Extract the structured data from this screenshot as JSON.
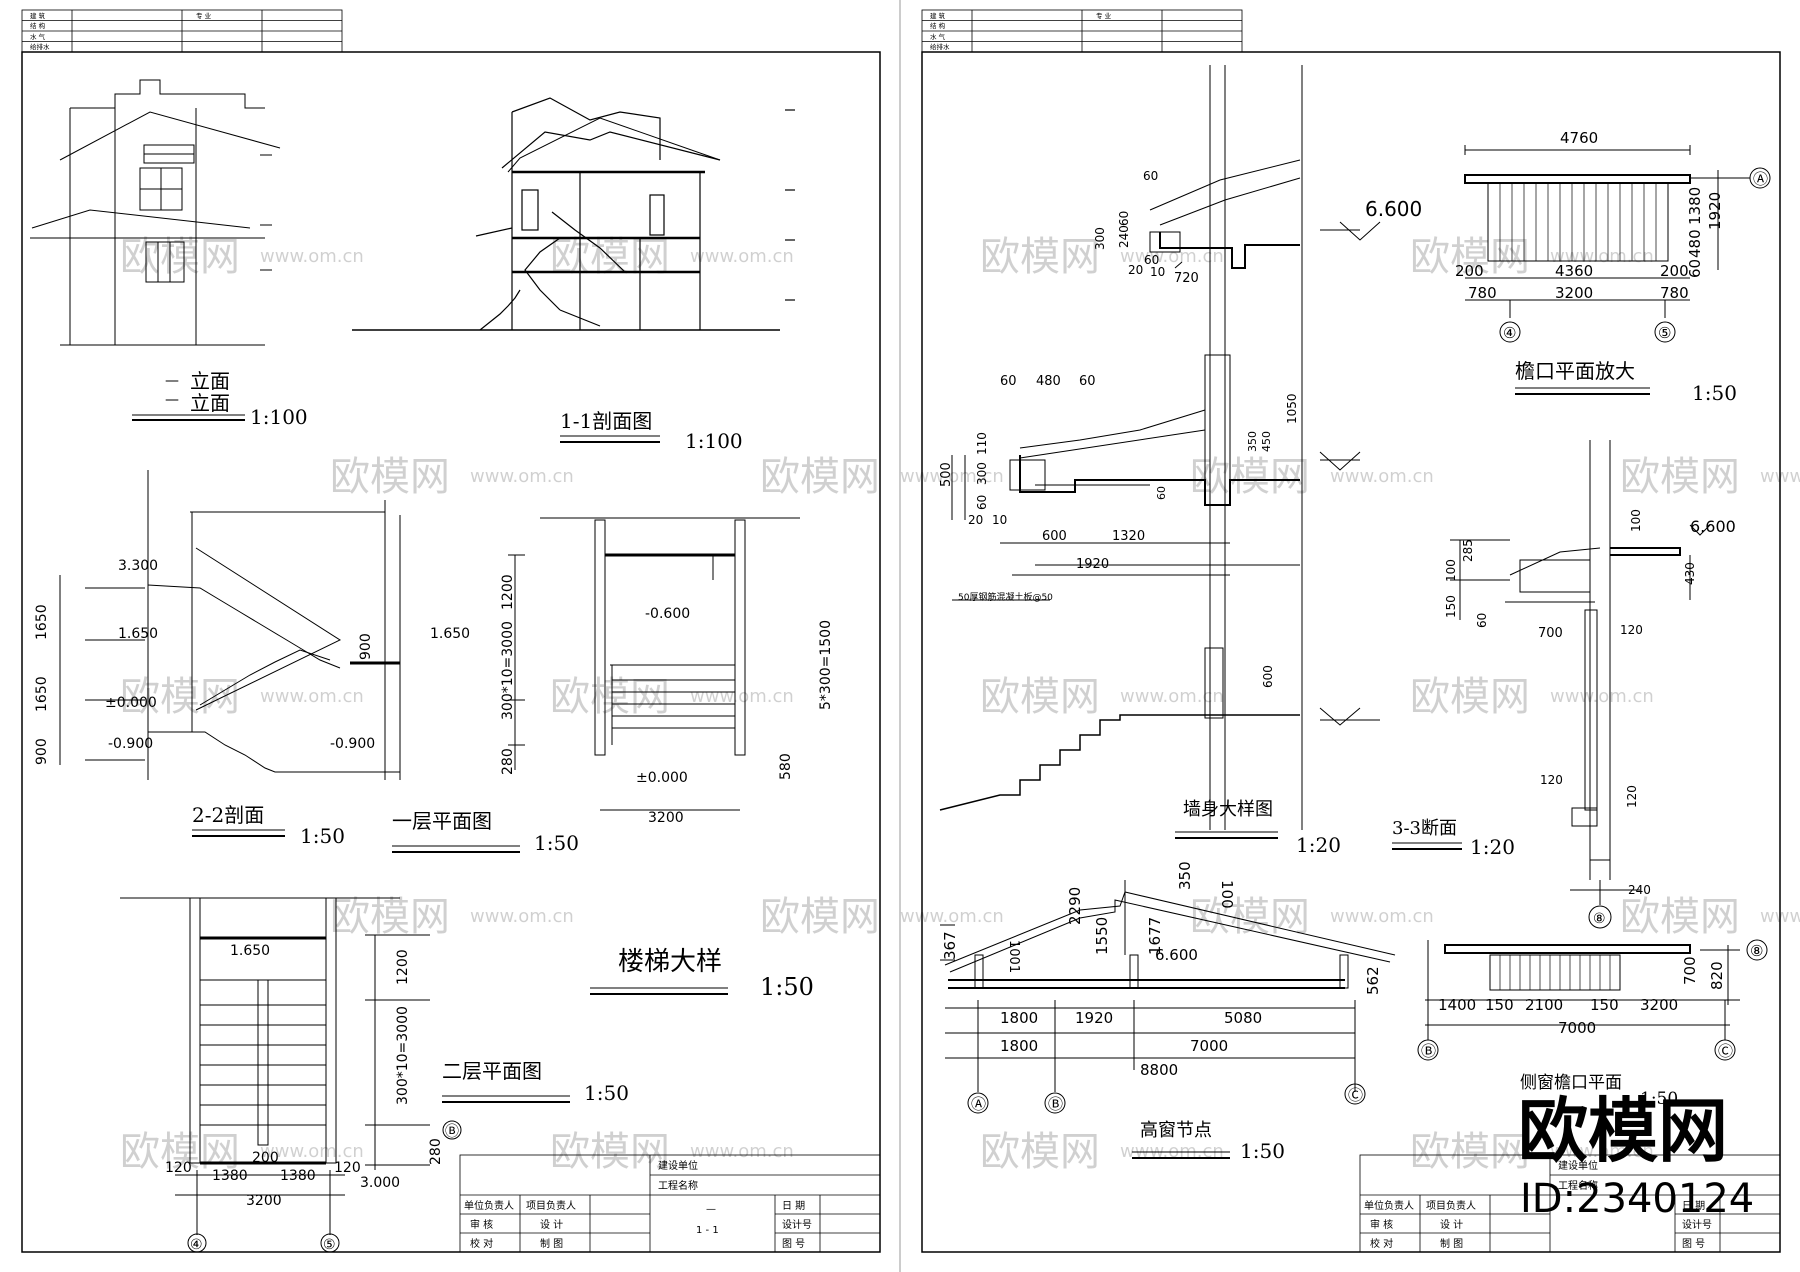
{
  "watermark": {
    "brand": "欧模网",
    "site": "www.om.cn",
    "site_short": "om.cn",
    "id": "ID:2340124"
  },
  "sheet_left": {
    "header_rows": [
      "建 筑",
      "结 构",
      "水 气",
      "给排水"
    ],
    "header_col2": "专 业",
    "elevation_title_1": "立面",
    "elevation_title_2": "立面",
    "elevation_scale": "1:100",
    "section11_title": "1-1剖面图",
    "section11_scale": "1:100",
    "sec22_title": "2-2剖面",
    "sec22_scale": "1:50",
    "sec22_levels": [
      "3.300",
      "1.650",
      "±0.000",
      "-0.900",
      "1.650",
      "-0.900"
    ],
    "sec22_dims": [
      "1650",
      "1650",
      "900",
      "900"
    ],
    "plan1_title": "一层平面图",
    "plan1_scale": "1:50",
    "plan1_level_a": "-0.600",
    "plan1_level_b": "±0.000",
    "plan1_dims": [
      "1200",
      "300*10=3000",
      "280",
      "5*300=1500",
      "580",
      "3200"
    ],
    "stair_title": "楼梯大样",
    "stair_scale": "1:50",
    "plan2_title": "二层平面图",
    "plan2_scale": "1:50",
    "plan2_level": "1.650",
    "plan2_dims": [
      "1200",
      "300*10=3000",
      "280",
      "3.000"
    ],
    "plan2_bottom_dims": [
      "200",
      "120",
      "1380",
      "1380",
      "120",
      "3200"
    ],
    "grid_labels": [
      "④",
      "⑤",
      "Ⓑ"
    ],
    "title_block": {
      "r1": "建设单位",
      "r2": "工程名称",
      "c1": [
        "单位负责人",
        "审 核",
        "校 对"
      ],
      "c2": [
        "项目负责人",
        "设 计",
        "制 图"
      ],
      "mid": "1 - 1",
      "mid_top": "—",
      "c4": [
        "日 期",
        "设计号",
        "图 号"
      ]
    }
  },
  "sheet_right": {
    "header_rows": [
      "建 筑",
      "结 构",
      "水 气",
      "给排水"
    ],
    "header_col2": "专 业",
    "wall_title": "墙身大样图",
    "wall_scale": "1:20",
    "wall_level": "6.600",
    "wall_dims_top": [
      "60",
      "300",
      "60",
      "240",
      "20",
      "60",
      "10",
      "720"
    ],
    "wall_dims_mid": [
      "60",
      "480",
      "60",
      "500",
      "110",
      "300",
      "60",
      "20",
      "10",
      "600",
      "1320",
      "1920",
      "1050",
      "350",
      "450",
      "60"
    ],
    "wall_dims_low": [
      "600"
    ],
    "wall_note": "50厚钢筋混凝土板@50",
    "eave_title": "檐口平面放大",
    "eave_scale": "1:50",
    "eave_dims": [
      "4760",
      "4360",
      "200",
      "200",
      "780",
      "3200",
      "780",
      "1380",
      "1920",
      "480",
      "60"
    ],
    "eave_grid": [
      "Ⓐ",
      "④",
      "⑤"
    ],
    "sec33_title": "3-3断面",
    "sec33_scale": "1:20",
    "sec33_level": "6.600",
    "sec33_dims": [
      "100",
      "285",
      "100",
      "150",
      "430",
      "60",
      "700",
      "120",
      "120",
      "120",
      "240"
    ],
    "sec33_grid": "⑧",
    "highwin_title": "高窗节点",
    "highwin_scale": "1:50",
    "highwin_level": "6.600",
    "highwin_dims": [
      "367",
      "1001",
      "2290",
      "350",
      "100",
      "1550",
      "1677",
      "562",
      "1800",
      "1920",
      "5080",
      "1800",
      "7000",
      "8800"
    ],
    "highwin_grid": [
      "Ⓐ",
      "Ⓑ",
      "Ⓒ"
    ],
    "sidewin_title": "侧窗檐口平面",
    "sidewin_scale": "1:50",
    "sidewin_dims": [
      "1400",
      "150",
      "2100",
      "150",
      "3200",
      "7000",
      "700",
      "820"
    ],
    "sidewin_grid": [
      "Ⓑ",
      "Ⓒ",
      "⑧"
    ],
    "title_block": {
      "r1": "建设单位",
      "r2": "工程名称",
      "c1": [
        "单位负责人",
        "审 核",
        "校 对"
      ],
      "c2": [
        "项目负责人",
        "设 计",
        "制 图"
      ],
      "c4": [
        "日 期",
        "设计号",
        "图 号"
      ]
    }
  }
}
